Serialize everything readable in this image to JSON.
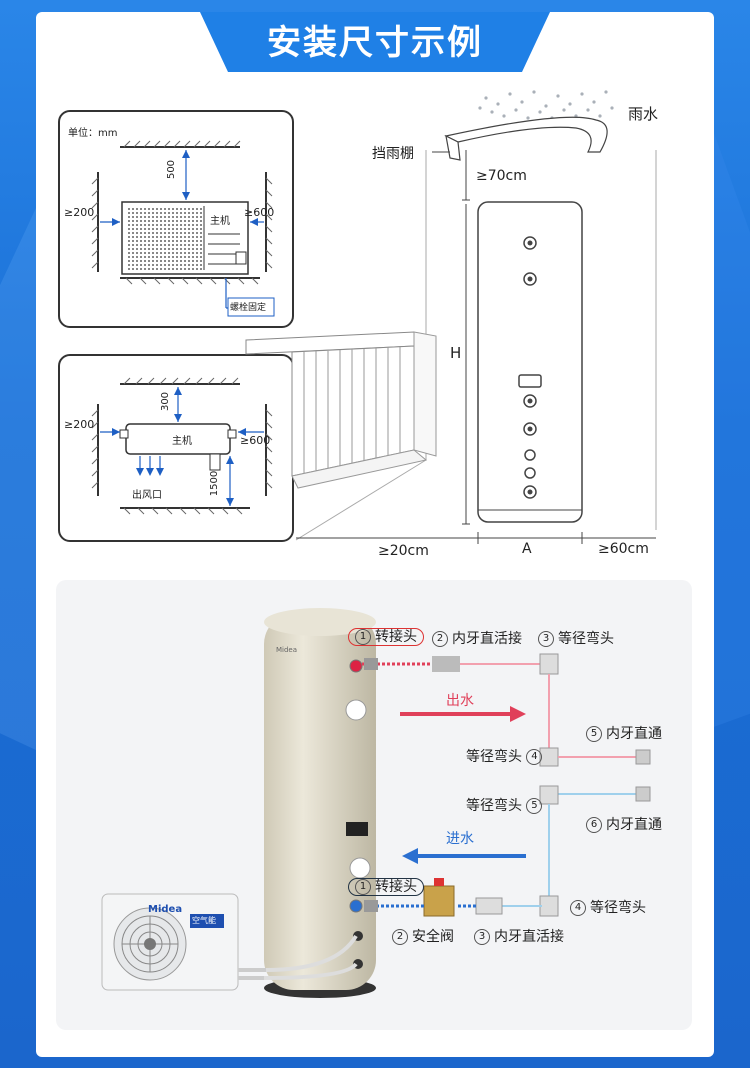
{
  "title": "安装尺寸示例",
  "top_panel": {
    "unit": "单位：mm",
    "dim_top": "500",
    "dim_left": "≥200",
    "dim_right": "≥600",
    "main_unit": "主机",
    "bolt": "螺栓固定"
  },
  "bottom_panel": {
    "dim_top": "300",
    "dim_left": "≥200",
    "dim_right": "≥600",
    "main_unit": "主机",
    "dim_bottom": "1500",
    "outlet": "出风口"
  },
  "scene": {
    "rain": "雨水",
    "canopy": "挡雨棚",
    "dim_top": "≥70cm",
    "height": "H",
    "dim_left": "≥20cm",
    "width": "A",
    "dim_right": "≥60cm"
  },
  "piping": {
    "top_row": [
      {
        "num": "1",
        "label": "转接头"
      },
      {
        "num": "2",
        "label": "内牙直活接"
      },
      {
        "num": "3",
        "label": "等径弯头"
      }
    ],
    "out_water": "出水",
    "elbow4_top": {
      "num": "4",
      "label": "等径弯头"
    },
    "straight5_top": {
      "num": "5",
      "label": "内牙直通"
    },
    "elbow5_mid": {
      "num": "5",
      "label": "等径弯头"
    },
    "straight6": {
      "num": "6",
      "label": "内牙直通"
    },
    "in_water": "进水",
    "adapter1_bottom": {
      "num": "1",
      "label": "转接头"
    },
    "elbow4_bottom": {
      "num": "4",
      "label": "等径弯头"
    },
    "bottom_row": [
      {
        "num": "2",
        "label": "安全阀"
      },
      {
        "num": "3",
        "label": "内牙直活接"
      }
    ],
    "brand": "Midea",
    "badge": "空气能"
  },
  "colors": {
    "accent": "#1f80e6",
    "hot": "#e0405a",
    "cold": "#2a6fd0"
  }
}
